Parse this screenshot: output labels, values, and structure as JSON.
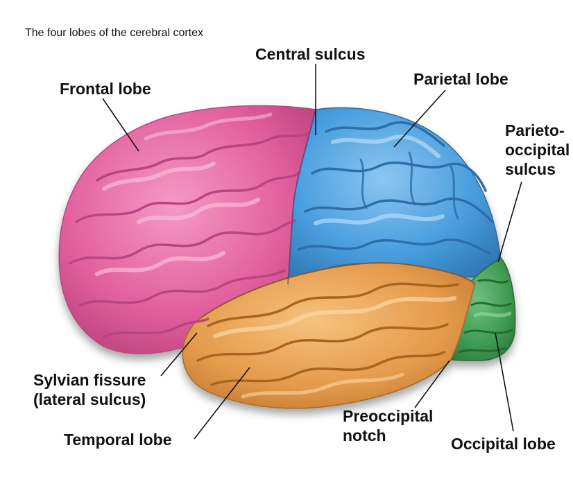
{
  "title": "The four lobes of the cerebral cortex",
  "colors": {
    "frontal": "#e2619e",
    "parietal": "#4a9ede",
    "temporal": "#e49a4a",
    "occipital": "#3f9a52",
    "outline": "#333333"
  },
  "labels": {
    "frontal_lobe": "Frontal lobe",
    "central_sulcus": "Central sulcus",
    "parietal_lobe": "Parietal lobe",
    "parieto_occipital_sulcus": [
      "Parieto-",
      "occipital",
      "sulcus"
    ],
    "sylvian_fissure": [
      "Sylvian fissure",
      "(lateral sulcus)"
    ],
    "temporal_lobe": "Temporal lobe",
    "preoccipital_notch": [
      "Preoccipital",
      "notch"
    ],
    "occipital_lobe": "Occipital lobe"
  }
}
